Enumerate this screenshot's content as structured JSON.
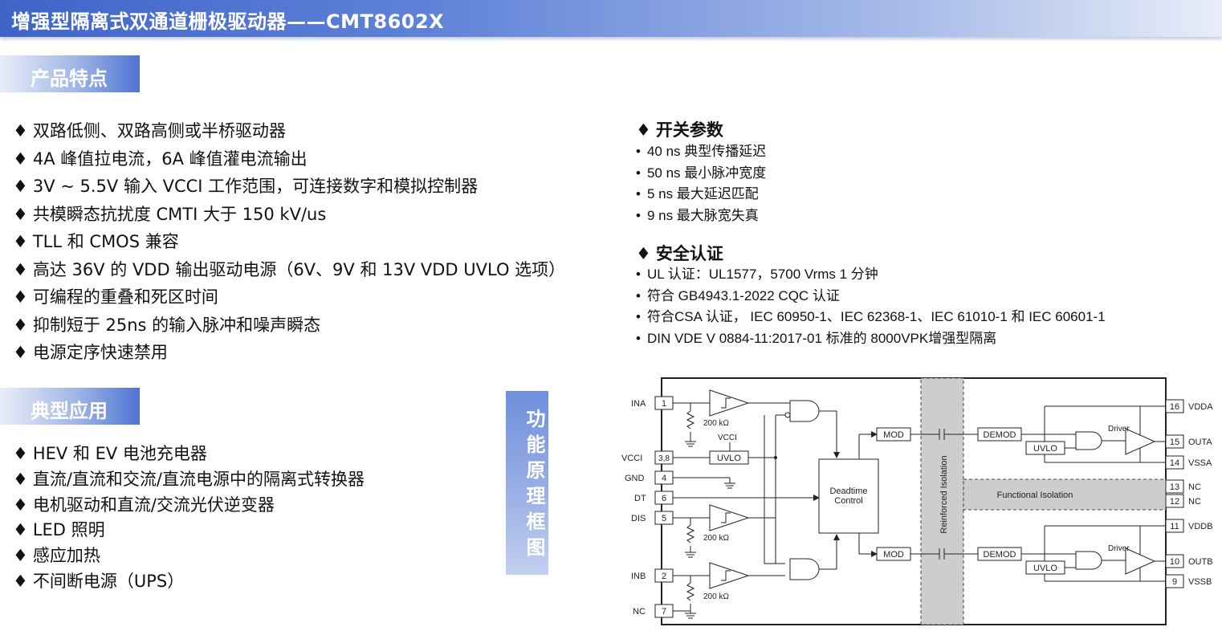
{
  "title": "增强型隔离式双通道栅极驱动器——CMT8602X",
  "sections": {
    "features_tab": "产品特点",
    "applications_tab": "典型应用",
    "block_diagram_label": "功能原理框图"
  },
  "features": [
    "双路低侧、双路高侧或半桥驱动器",
    "4A 峰值拉电流，6A 峰值灌电流输出",
    "3V ~ 5.5V 输入 VCCI 工作范围，可连接数字和模拟控制器",
    "共模瞬态抗扰度 CMTI 大于 150 kV/us",
    "TLL 和 CMOS 兼容",
    "高达 36V 的 VDD 输出驱动电源（6V、9V 和 13V VDD UVLO 选项）",
    "可编程的重叠和死区时间",
    "抑制短于 25ns 的输入脉冲和噪声瞬态",
    "电源定序快速禁用"
  ],
  "applications": [
    "HEV 和 EV 电池充电器",
    "直流/直流和交流/直流电源中的隔离式转换器",
    "电机驱动和直流/交流光伏逆变器",
    "LED 照明",
    "感应加热",
    "不间断电源（UPS）"
  ],
  "switching": {
    "heading": "开关参数",
    "items": [
      "40 ns 典型传播延迟",
      "50 ns 最小脉冲宽度",
      "5 ns 最大延迟匹配",
      "9 ns 最大脉宽失真"
    ]
  },
  "safety": {
    "heading": "安全认证",
    "items": [
      "UL 认证：UL1577，5700 Vrms 1 分钟",
      "符合 GB4943.1-2022 CQC 认证",
      "符合CSA 认证， IEC 60950-1、IEC 62368-1、IEC 61010-1 和 IEC 60601-1",
      "DIN VDE V 0884-11:2017-01 标准的 8000VPK增强型隔离"
    ]
  },
  "diagram": {
    "left_pins": [
      {
        "name": "INA",
        "num": "1"
      },
      {
        "name": "VCCI",
        "num": "3,8"
      },
      {
        "name": "GND",
        "num": "4"
      },
      {
        "name": "DT",
        "num": "6"
      },
      {
        "name": "DIS",
        "num": "5"
      },
      {
        "name": "INB",
        "num": "2"
      },
      {
        "name": "NC",
        "num": "7"
      }
    ],
    "right_pins": [
      {
        "num": "16",
        "name": "VDDA"
      },
      {
        "num": "15",
        "name": "OUTA"
      },
      {
        "num": "14",
        "name": "VSSA"
      },
      {
        "num": "13",
        "name": "NC"
      },
      {
        "num": "12",
        "name": "NC"
      },
      {
        "num": "11",
        "name": "VDDB"
      },
      {
        "num": "10",
        "name": "OUTB"
      },
      {
        "num": "9",
        "name": "VSSB"
      }
    ],
    "resistor_label": "200 kΩ",
    "vcci_label": "VCCI",
    "uvlo_label": "UVLO",
    "deadtime_line1": "Deadtime",
    "deadtime_line2": "Control",
    "mod_label": "MOD",
    "demod_label": "DEMOD",
    "driver_label": "Driver",
    "reinforced_isolation": "Reinforced Isolation",
    "functional_isolation": "Functional Isolation"
  }
}
